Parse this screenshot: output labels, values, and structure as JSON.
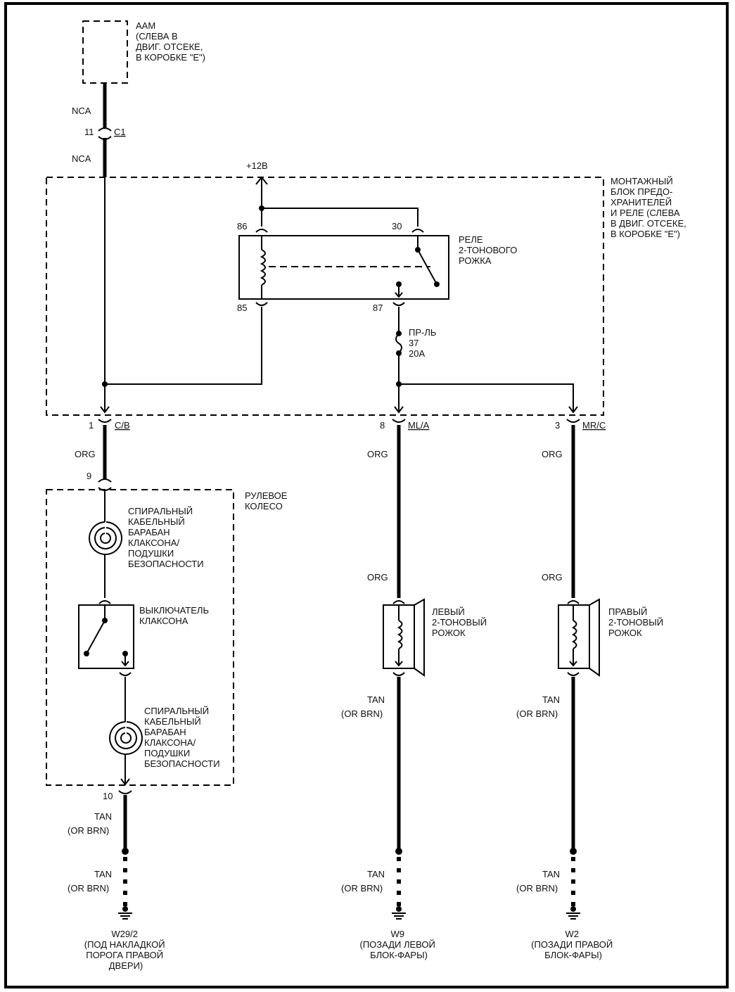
{
  "aam": {
    "lines": [
      "AAM",
      "(СЛЕВА В",
      "ДВИГ. ОТСЕКЕ,",
      "В КОРОБКЕ \"E\")"
    ]
  },
  "wire_top": {
    "upper": "NCA",
    "pin": "11",
    "connector": "C1",
    "lower": "NCA"
  },
  "supply": "+12В",
  "fuse_block": {
    "lines": [
      "МОНТАЖНЫЙ",
      "БЛОК ПРЕДО-",
      "ХРАНИТЕЛЕЙ",
      "И РЕЛЕ (СЛЕВА",
      "В ДВИГ. ОТСЕКЕ,",
      "В КОРОБКЕ \"E\")"
    ]
  },
  "relay": {
    "lines": [
      "РЕЛЕ",
      "2-ТОНОВОГО",
      "РОЖКА"
    ],
    "pin86": "86",
    "pin30": "30",
    "pin85": "85",
    "pin87": "87"
  },
  "fuse": {
    "lines": [
      "ПР-ЛЬ",
      "37",
      "20А"
    ]
  },
  "connectors": {
    "cb": {
      "pin": "1",
      "name": "C/B"
    },
    "mla": {
      "pin": "8",
      "name": "ML/A"
    },
    "mrc": {
      "pin": "3",
      "name": "MR/C"
    }
  },
  "wire_colors": {
    "org": "ORG",
    "tan": "TAN",
    "or_brn": "(OR BRN)"
  },
  "steering": {
    "label": [
      "РУЛЕВОЕ",
      "КОЛЕСО"
    ],
    "pin_top": "9",
    "pin_bottom": "10",
    "clockspring_top": [
      "СПИРАЛЬНЫЙ",
      "КАБЕЛЬНЫЙ",
      "БАРАБАН",
      "КЛАКСОНА/",
      "ПОДУШКИ",
      "БЕЗОПАСНОСТИ"
    ],
    "switch": [
      "ВЫКЛЮЧАТЕЛЬ",
      "КЛАКСОНА"
    ],
    "clockspring_bottom": [
      "СПИРАЛЬНЫЙ",
      "КАБЕЛЬНЫЙ",
      "БАРАБАН",
      "КЛАКСОНА/",
      "ПОДУШКИ",
      "БЕЗОПАСНОСТИ"
    ]
  },
  "horns": {
    "left": [
      "ЛЕВЫЙ",
      "2-ТОНОВЫЙ",
      "РОЖОК"
    ],
    "right": [
      "ПРАВЫЙ",
      "2-ТОНОВЫЙ",
      "РОЖОК"
    ]
  },
  "grounds": {
    "g1": [
      "W29/2",
      "(ПОД НАКЛАДКОЙ",
      "ПОРОГА ПРАВОЙ",
      "ДВЕРИ)"
    ],
    "g2": [
      "W9",
      "(ПОЗАДИ ЛЕВОЙ",
      "БЛОК-ФАРЫ)"
    ],
    "g3": [
      "W2",
      "(ПОЗАДИ ПРАВОЙ",
      "БЛОК-ФАРЫ)"
    ]
  }
}
